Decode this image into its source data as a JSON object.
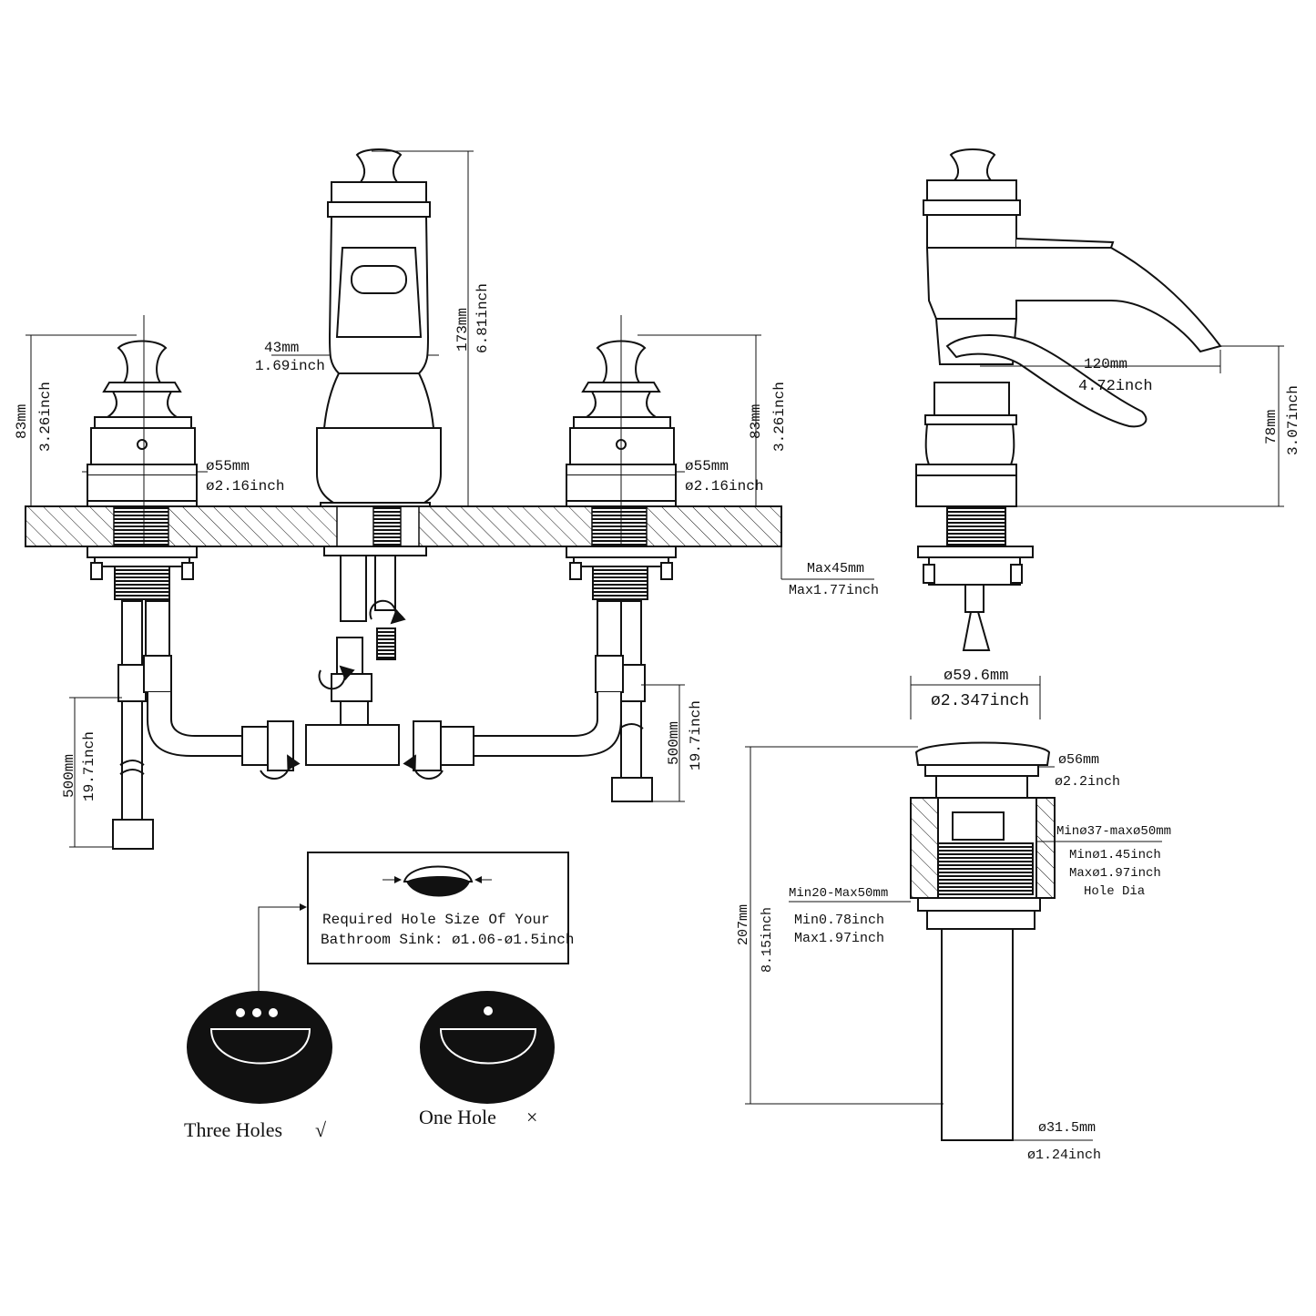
{
  "colors": {
    "ink": "#111111",
    "paper": "#ffffff"
  },
  "faucet_front": {
    "handle_height_mm": "83mm",
    "handle_height_in": "3.26inch",
    "base_dia_mm": "ø55mm",
    "base_dia_in": "ø2.16inch",
    "spout_neck_mm": "43mm",
    "spout_neck_in": "1.69inch",
    "spout_height_mm": "173mm",
    "spout_height_in": "6.81inch",
    "deck_max_mm": "Max45mm",
    "deck_max_in": "Max1.77inch",
    "hose_len_mm": "500mm",
    "hose_len_in": "19.7inch"
  },
  "faucet_side": {
    "reach_mm": "120mm",
    "reach_in": "4.72inch",
    "spout_clearance_mm": "78mm",
    "spout_clearance_in": "3.07inch"
  },
  "drain": {
    "cap_dia_mm": "ø59.6mm",
    "cap_dia_in": "ø2.347inch",
    "flange_dia_mm": "ø56mm",
    "flange_dia_in": "ø2.2inch",
    "hole_range_mm": "Minø37-maxø50mm",
    "hole_min_in": "Minø1.45inch",
    "hole_max_in": "Maxø1.97inch",
    "hole_label": "Hole Dia",
    "thickness_mm": "Min20-Max50mm",
    "thickness_min_in": "Min0.78inch",
    "thickness_max_in": "Max1.97inch",
    "total_height_mm": "207mm",
    "total_height_in": "8.15inch",
    "pipe_dia_mm": "ø31.5mm",
    "pipe_dia_in": "ø1.24inch"
  },
  "hole_note": {
    "line1": "Required Hole Size Of Your",
    "line2": "Bathroom Sink: ø1.06-ø1.5inch"
  },
  "sinks": {
    "three_holes": "Three Holes",
    "three_holes_mark": "√",
    "one_hole": "One Hole",
    "one_hole_mark": "×"
  }
}
